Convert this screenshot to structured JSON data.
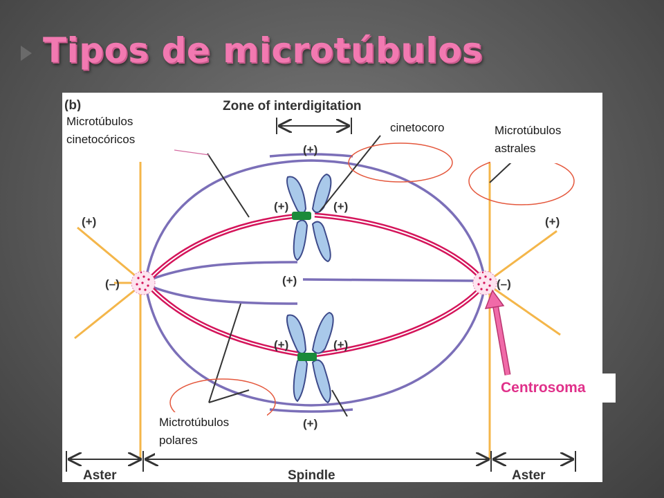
{
  "slide": {
    "title": "Tipos de microtúbulos"
  },
  "figure": {
    "panel_letter": "(b)",
    "zone_label": "Zone of interdigitation",
    "plus_sign": "(+)",
    "minus_sign": "(–)",
    "bottom_labels": {
      "aster_left": "Aster",
      "spindle": "Spindle",
      "aster_right": "Aster"
    }
  },
  "annotations": {
    "kinetochoric": [
      "Microtúbulos",
      "cinetocóricos"
    ],
    "kinetochore": "cinetocoro",
    "astral": [
      "Microtúbulos",
      "astrales"
    ],
    "polar": [
      "Mictrotúbulos",
      "polares"
    ],
    "centrosome": "Centrosoma"
  },
  "colors": {
    "title": "#f279b1",
    "kinetochore_microtubules": "#d4145a",
    "polar_microtubules": "#7b6fb8",
    "astral_microtubules": "#f4b64a",
    "chromosome": "#a9c9ea",
    "kinetochore": "#1a8a3a",
    "centrosome_arrow": "#e05a9a"
  }
}
